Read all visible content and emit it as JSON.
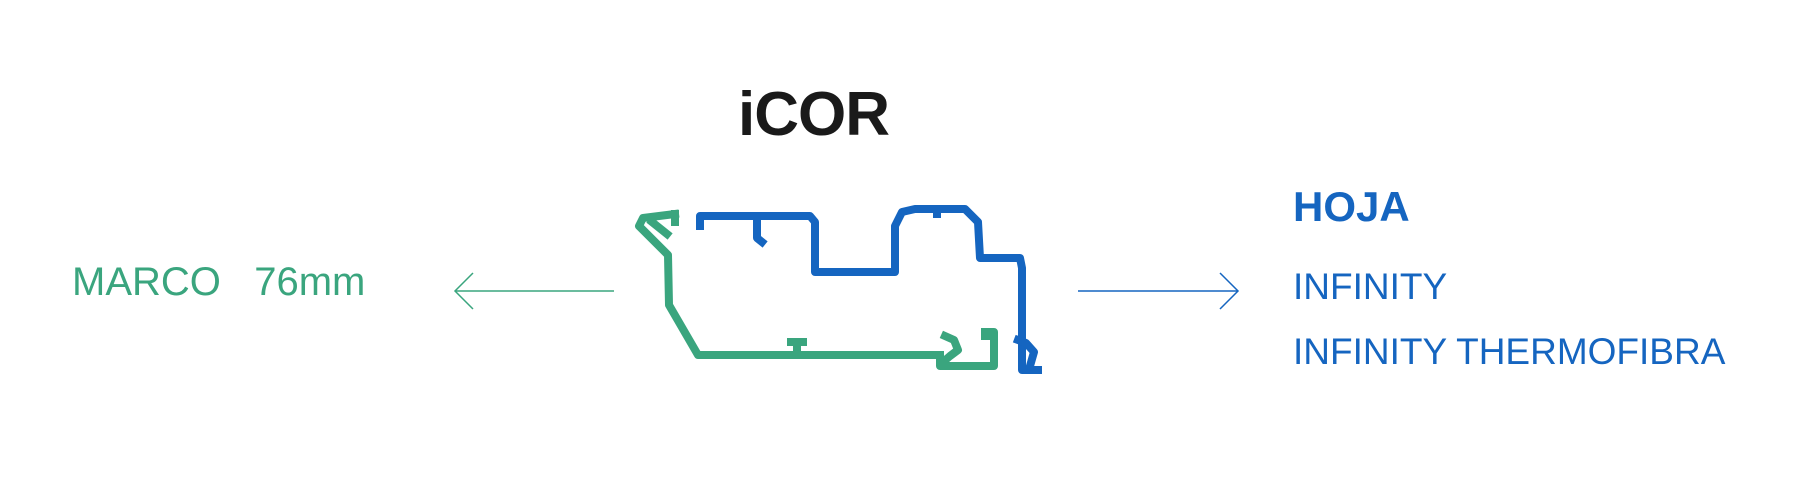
{
  "colors": {
    "green": "#3aa57e",
    "blue": "#1565c0",
    "title": "#1a1a1a"
  },
  "title": "iCOR",
  "marco": {
    "label": "MARCO",
    "size": "76mm"
  },
  "hoja": {
    "title": "HOJA",
    "items": [
      "INFINITY",
      "INFINITY THERMOFIBRA"
    ]
  },
  "icons": {
    "left_arrow": "arrow-left-icon",
    "right_arrow": "arrow-right-icon"
  }
}
